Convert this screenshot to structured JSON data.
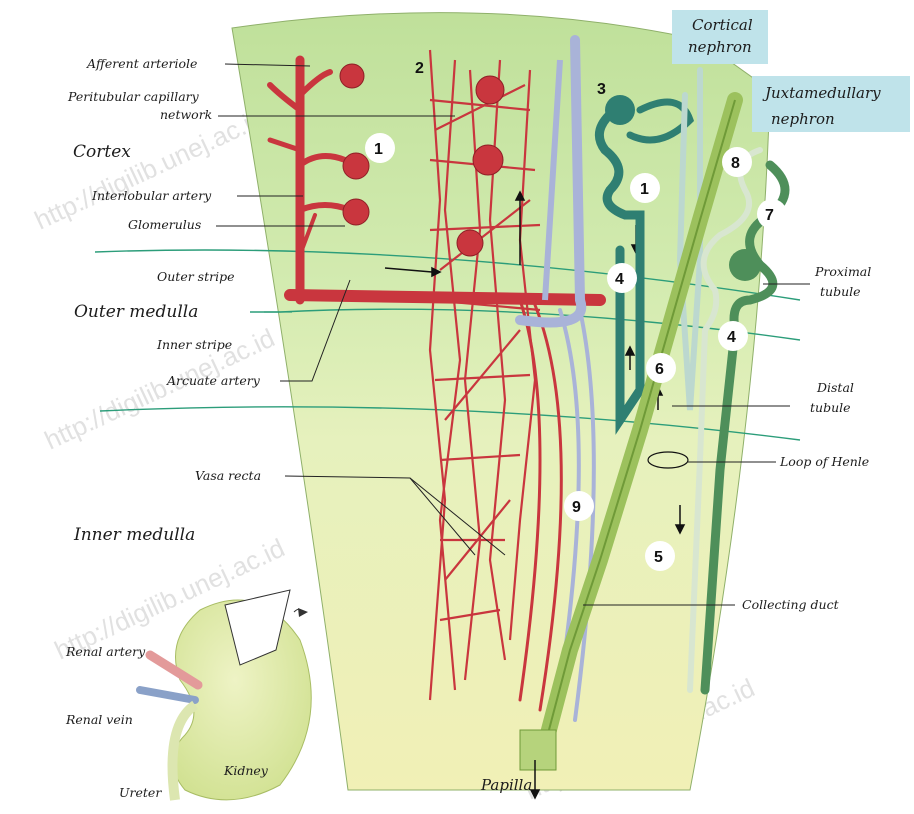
{
  "diagram": {
    "labels": {
      "afferent_arteriole": "Afferent arteriole",
      "peritubular_line1": "Peritubular capillary",
      "peritubular_line2": "network",
      "cortex": "Cortex",
      "interlobular_artery": "Interlobular artery",
      "glomerulus": "Glomerulus",
      "outer_stripe": "Outer stripe",
      "outer_medulla": "Outer medulla",
      "inner_stripe": "Inner stripe",
      "arcuate_artery": "Arcuate artery",
      "vasa_recta": "Vasa recta",
      "inner_medulla": "Inner medulla",
      "renal_artery": "Renal artery",
      "renal_vein": "Renal vein",
      "ureter": "Ureter",
      "kidney": "Kidney",
      "papilla": "Papilla",
      "collecting_duct": "Collecting duct",
      "loop_of_henle": "Loop of Henle",
      "distal_line1": "Distal",
      "distal_line2": "tubule",
      "proximal_line1": "Proximal",
      "proximal_line2": "tubule"
    },
    "boxes": {
      "cortical_line1": "Cortical",
      "cortical_line2": "nephron",
      "juxta_line1": "Juxtamedullary",
      "juxta_line2": "nephron"
    },
    "numbers": {
      "n1_left": "1",
      "n2": "2",
      "n3": "3",
      "n1_right": "1",
      "n4_left": "4",
      "n8": "8",
      "n7": "7",
      "n4_right": "4",
      "n6": "6",
      "n9": "9",
      "n5": "5"
    },
    "watermark": "http://digilib.unej.ac.id",
    "colors": {
      "cortex_green": "#cfe6a8",
      "medulla_yellow": "#eef0b8",
      "artery_red": "#c9363e",
      "vein_blue": "#a9b3d8",
      "cortical_nephron": "#2f7f72",
      "juxta_nephron": "#4e8f5a",
      "collecting_duct": "#9cc15d",
      "box_fill": "#bfe3ea"
    }
  }
}
